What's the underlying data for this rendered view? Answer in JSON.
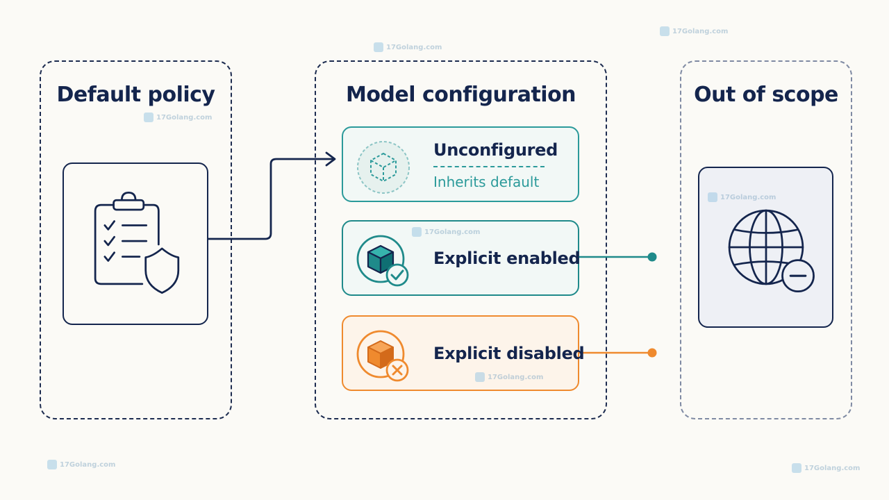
{
  "panels": {
    "default_policy": {
      "title": "Default policy"
    },
    "model_configuration": {
      "title": "Model configuration"
    },
    "out_of_scope": {
      "title": "Out of scope"
    }
  },
  "states": {
    "unconfigured": {
      "label": "Unconfigured",
      "sublabel": "Inherits default",
      "icon": "dashed-cube-icon",
      "color": "#2b9a9a"
    },
    "enabled": {
      "label": "Explicit enabled",
      "icon": "cube-check-icon",
      "color": "#1f8a8a"
    },
    "disabled": {
      "label": "Explicit disabled",
      "icon": "cube-x-icon",
      "color": "#ef8a2e"
    }
  },
  "icons": {
    "default_policy": "clipboard-shield-icon",
    "out_of_scope": "globe-minus-icon"
  },
  "colors": {
    "navy": "#14254d",
    "teal": "#1f8a8a",
    "orange": "#ef8a2e",
    "background": "#fbfaf6"
  },
  "watermark": {
    "text": "17Golang.com"
  }
}
